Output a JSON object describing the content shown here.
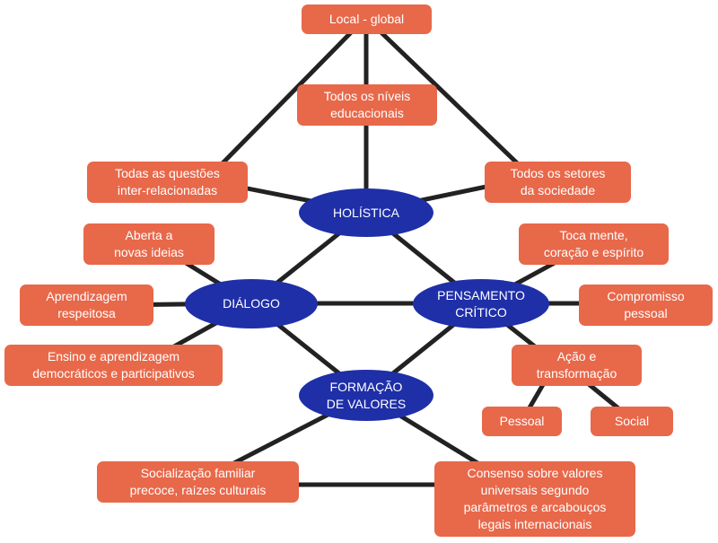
{
  "colors": {
    "box": "#e8684a",
    "hub": "#1f2fa8",
    "edge": "#222222",
    "text": "#ffffff"
  },
  "hubs": {
    "holistica": "HOLÍSTICA",
    "dialogo": "DIÁLOGO",
    "pensamento": "PENSAMENTO\nCRÍTICO",
    "formacao": "FORMAÇÃO\nDE VALORES"
  },
  "boxes": {
    "local_global": "Local - global",
    "niveis": "Todos os níveis\neducacionais",
    "questoes": "Todas as questões\ninter-relacionadas",
    "setores": "Todos os setores\nda sociedade",
    "aberta": "Aberta a\nnovas ideias",
    "aprendizagem": "Aprendizagem\nrespeitosa",
    "ensino": "Ensino e aprendizagem\ndemocráticos e participativos",
    "toca": "Toca mente,\ncoração e espírito",
    "compromisso": "Compromisso\npessoal",
    "acao": "Ação e\ntransformação",
    "pessoal": "Pessoal",
    "social": "Social",
    "socializacao": "Socialização familiar\nprecoce, raízes culturais",
    "consenso": "Consenso sobre valores\nuniversais segundo\nparâmetros e arcabouços\nlegais internacionais"
  }
}
